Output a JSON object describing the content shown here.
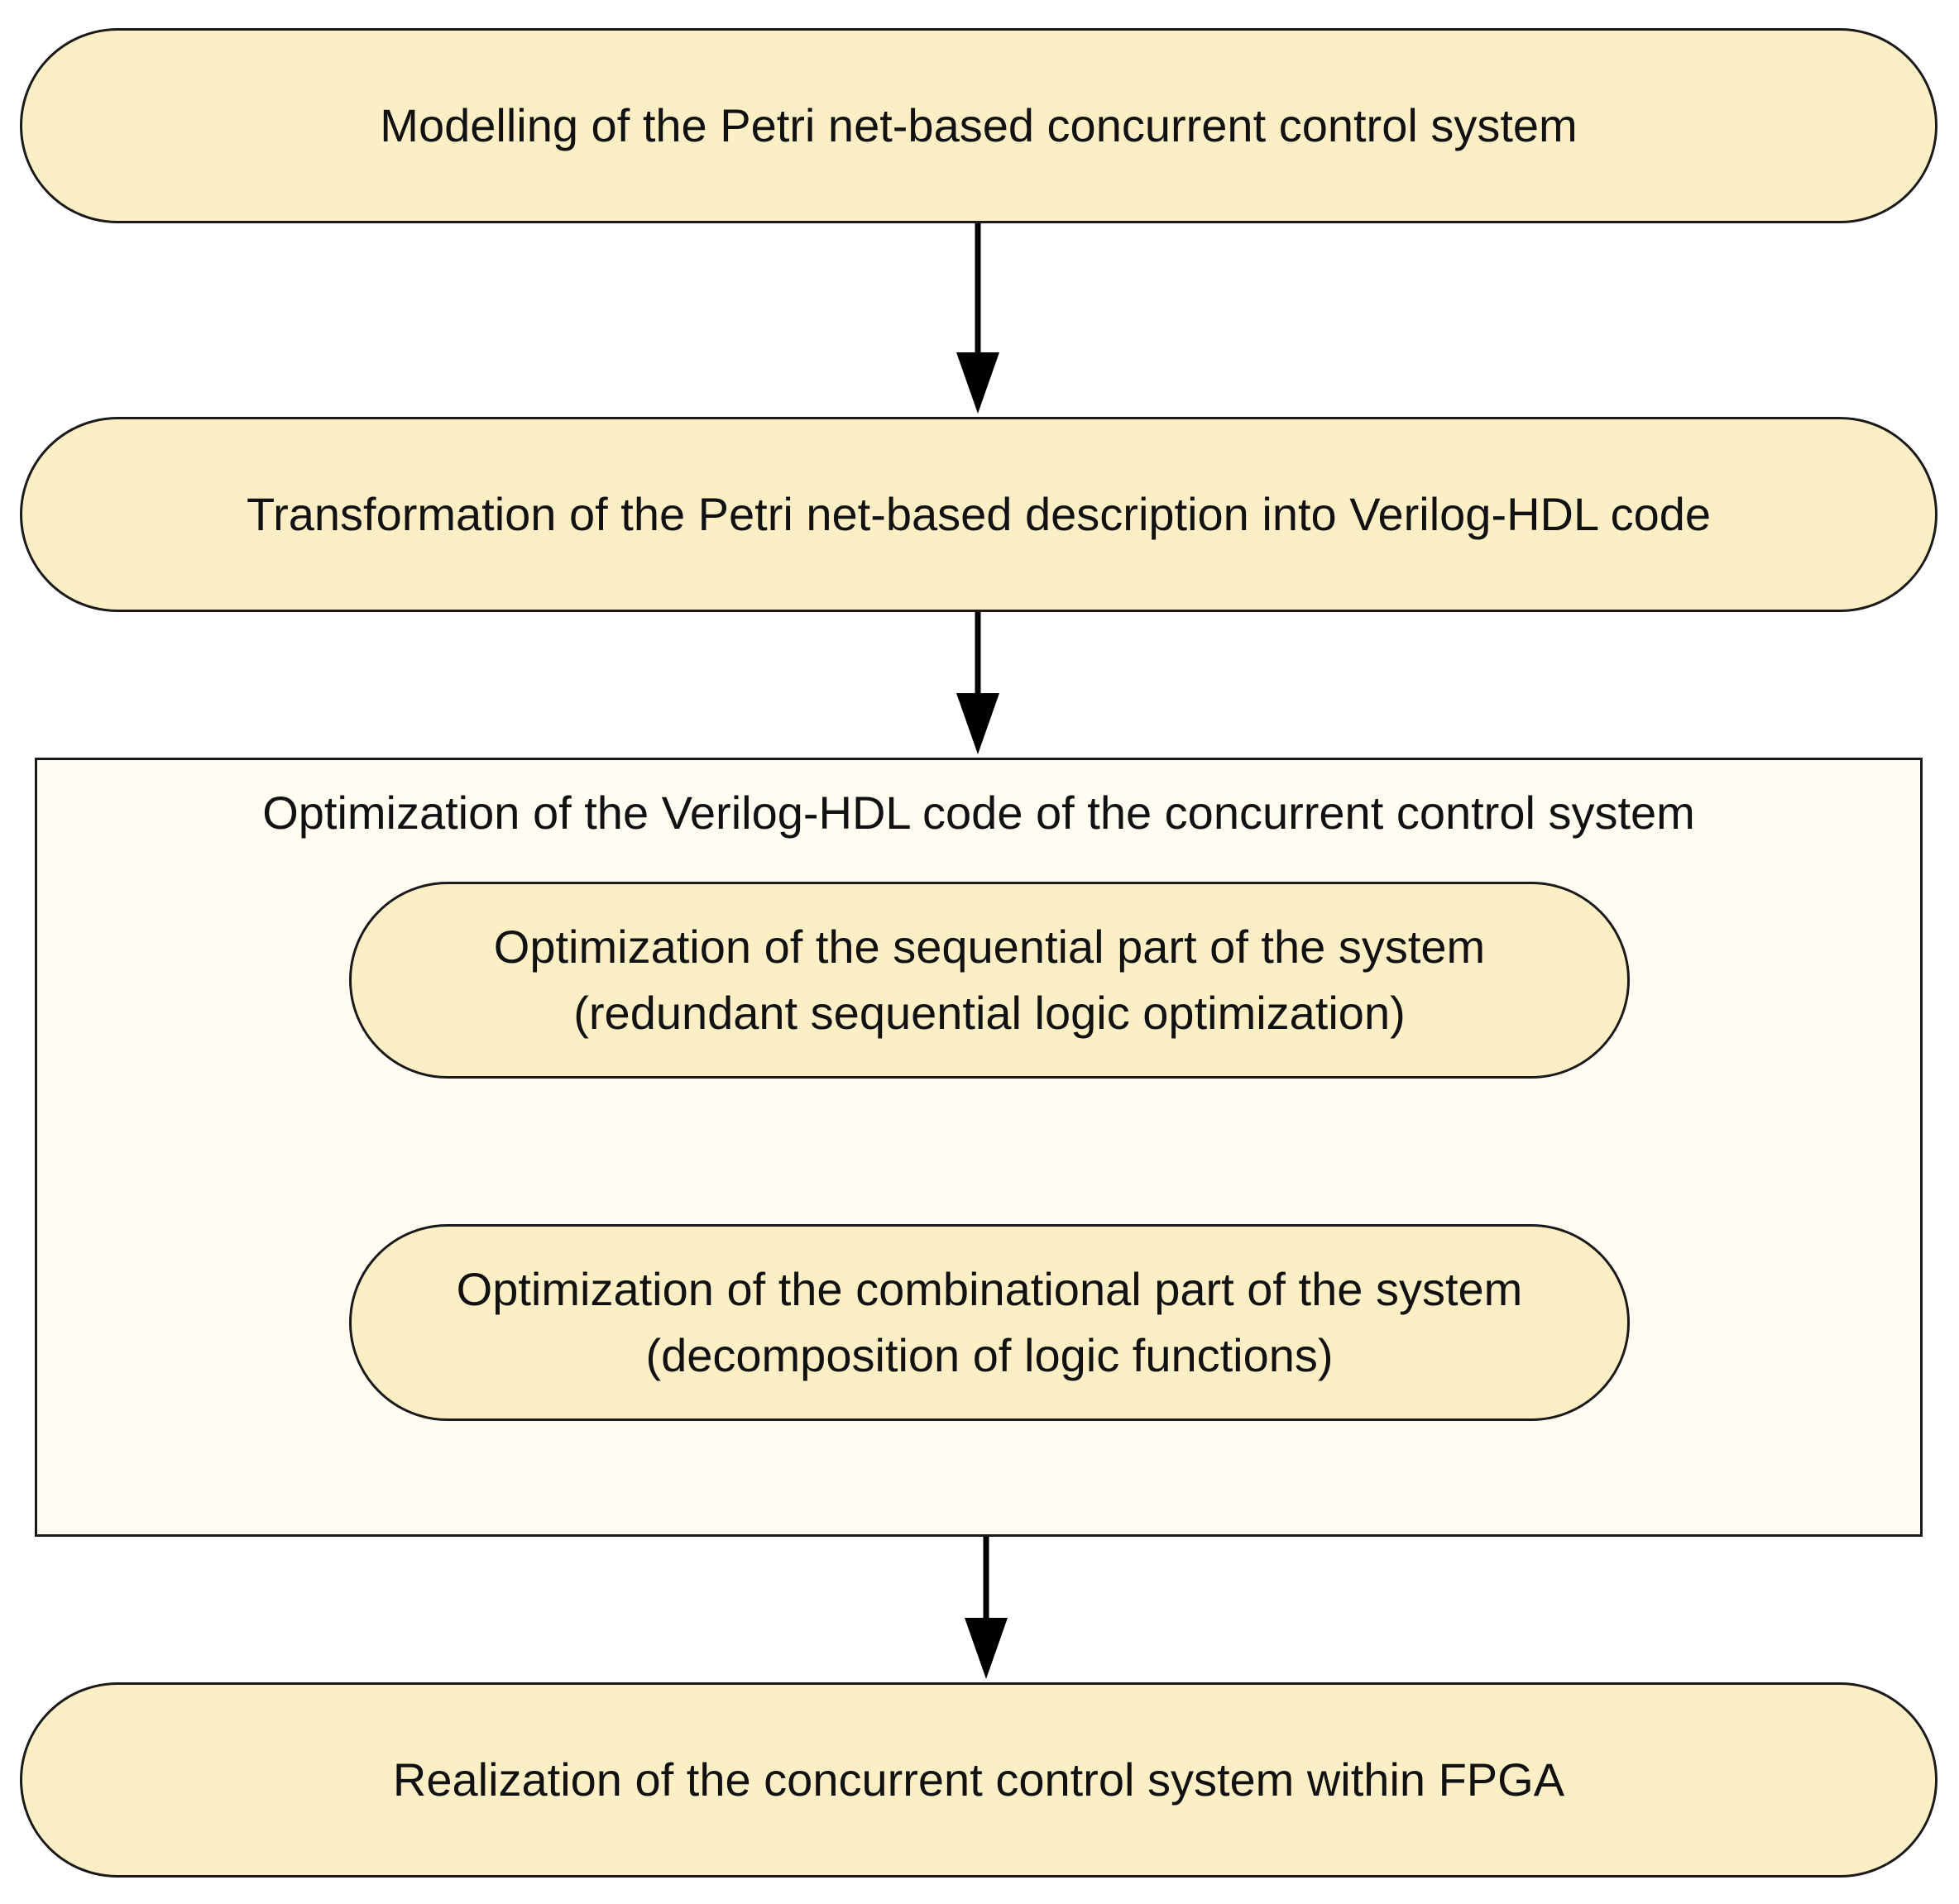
{
  "steps": [
    {
      "lines": [
        "Modelling of the Petri net-based concurrent control system"
      ]
    },
    {
      "lines": [
        "Transformation of the Petri net-based description into Verilog-HDL code"
      ]
    },
    {
      "lines": [
        "Realization of the concurrent control system within FPGA"
      ]
    }
  ],
  "group": {
    "title": "Optimization of the Verilog-HDL code of the concurrent control system",
    "substeps": [
      {
        "lines": [
          "Optimization of the sequential part of the system",
          "(redundant sequential logic optimization)"
        ]
      },
      {
        "lines": [
          "Optimization of the combinational part of the system",
          "(decomposition of logic functions)"
        ]
      }
    ]
  },
  "colors": {
    "box_fill": "#fdefc5",
    "group_fill": "#fffcf2",
    "stroke": "#1a1a1a"
  }
}
